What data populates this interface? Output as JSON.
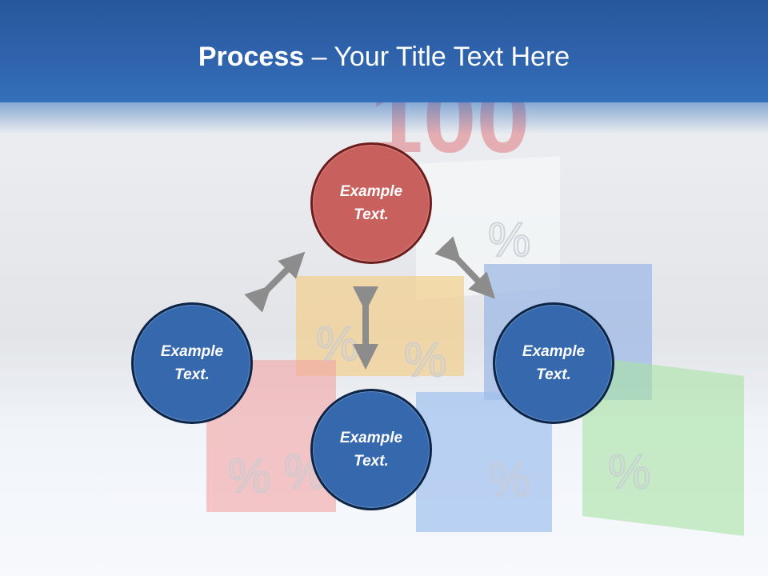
{
  "slide": {
    "title_bold": "Process",
    "title_rest": " – Your Title Text Here"
  },
  "background": {
    "cube_symbol": "%",
    "top_text": "100"
  },
  "nodes": {
    "top": "Example\nText.",
    "left": "Example\nText.",
    "right": "Example\nText.",
    "bottom": "Example\nText."
  },
  "colors": {
    "header": "#2f64ad",
    "node_blue": "#3568ad",
    "node_red": "#c8605e",
    "arrow": "#8c8c8c"
  }
}
